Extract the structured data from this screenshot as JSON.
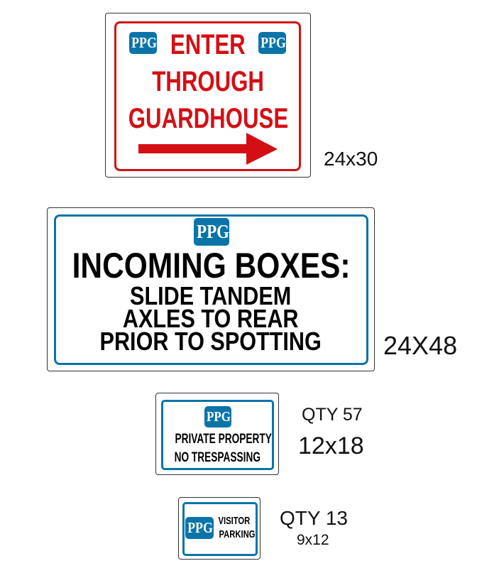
{
  "colors": {
    "red": "#d40f14",
    "blue": "#0a74a8"
  },
  "logo_text": "PPG",
  "signs": [
    {
      "lines": [
        "ENTER",
        "THROUGH",
        "GUARDHOUSE"
      ],
      "icon": "arrow-right-icon",
      "size": "24x30"
    },
    {
      "lines": [
        "INCOMING BOXES:",
        "SLIDE TANDEM",
        "AXLES TO REAR",
        "PRIOR TO SPOTTING"
      ],
      "size": "24X48"
    },
    {
      "lines": [
        "PRIVATE PROPERTY",
        "NO TRESPASSING"
      ],
      "qty": "QTY 57",
      "size": "12x18"
    },
    {
      "lines": [
        "VISITOR",
        "PARKING"
      ],
      "qty": "QTY 13",
      "size": "9x12"
    }
  ]
}
